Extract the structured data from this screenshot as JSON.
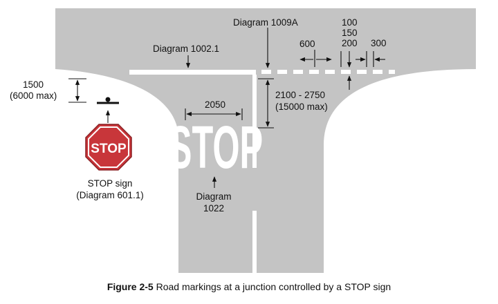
{
  "labels": {
    "diagram_1009a": "Diagram 1009A",
    "diagram_1002_1": "Diagram 1002.1",
    "gap_600": "600",
    "gap_stack_100": "100",
    "gap_stack_150": "150",
    "gap_stack_200": "200",
    "gap_300": "300",
    "sign_height": "1500",
    "sign_height_max": "(6000 max)",
    "width_2050": "2050",
    "distance_range": "2100 - 2750",
    "distance_max": "(15000 max)",
    "stop_sign_name": "STOP sign",
    "stop_sign_diagram": "(Diagram 601.1)",
    "diagram_1022": "Diagram",
    "diagram_1022_num": "1022"
  },
  "sign_text": "STOP",
  "road_text": "STOP",
  "caption": {
    "label": "Figure 2-5",
    "text": " Road markings at a junction controlled by a STOP sign"
  },
  "colors": {
    "road": "#c4c4c4",
    "marking": "#ffffff",
    "sign_red": "#c8363a",
    "ink": "#111111"
  }
}
